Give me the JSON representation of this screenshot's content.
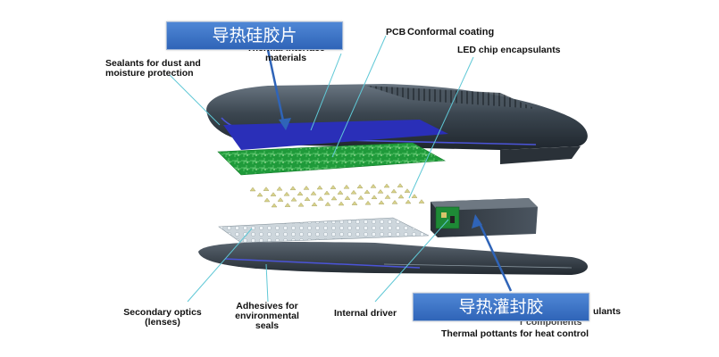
{
  "labels": {
    "pcb": "PCB",
    "conformal_coating": "Conformal coating",
    "thermal_interface": "Thermal interface\nmaterials",
    "led_chip": "LED chip encapsulants",
    "sealants": "Sealants for dust and\nmoisture protection",
    "secondary_optics": "Secondary optics\n(lenses)",
    "adhesives": "Adhesives for\nenvironmental\nseals",
    "internal_driver": "Internal driver",
    "encapsulants_partial": "ulants",
    "components_partial": "r components",
    "thermal_pottants": "Thermal pottants for heat control"
  },
  "callouts": {
    "thermal_pad": "导热硅胶片",
    "potting_compound": "导热灌封胶"
  },
  "colors": {
    "housing": "#3b4650",
    "pcb_green": "#1f9a3a",
    "tim_blue": "#2a2fb8",
    "leader_line": "#5fc8d6",
    "callout_blue": "#3b74c9"
  }
}
